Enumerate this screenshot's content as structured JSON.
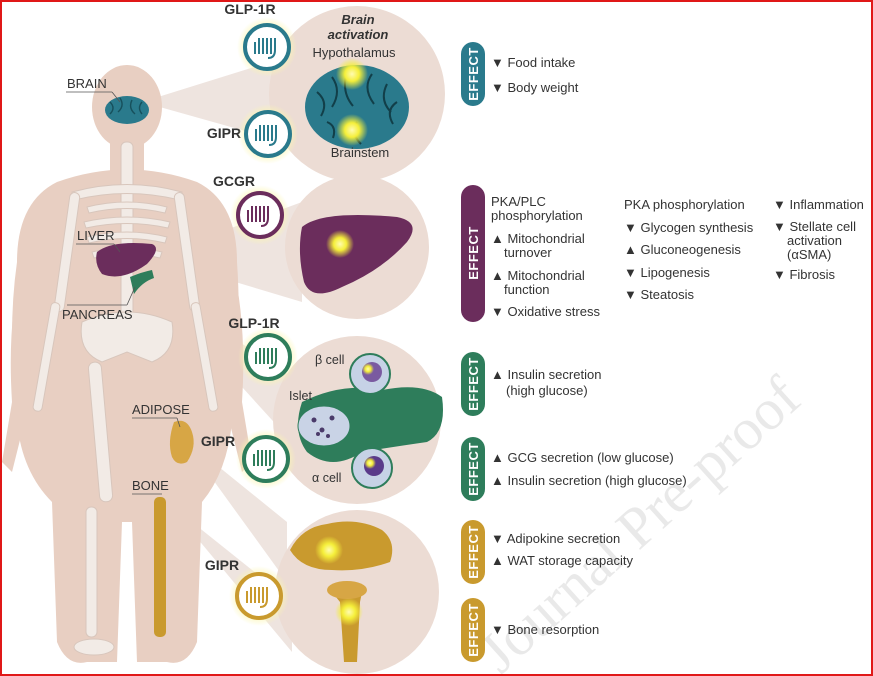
{
  "organs": {
    "brain": "BRAIN",
    "liver": "LIVER",
    "pancreas": "PANCREAS",
    "adipose": "ADIPOSE",
    "bone": "BONE"
  },
  "receptors": {
    "brain_glp1r": "GLP-1R",
    "brain_gipr": "GIPR",
    "liver_gcgr": "GCGR",
    "pancreas_glp1r": "GLP-1R",
    "pancreas_gipr": "GIPR",
    "adipose_gipr": "GIPR"
  },
  "brain_panel": {
    "title_line1": "Brain",
    "title_line2": "activation",
    "hypothalamus": "Hypothalamus",
    "brainstem": "Brainstem"
  },
  "pancreas_panel": {
    "beta_cell": "β cell",
    "alpha_cell": "α cell",
    "islet": "Islet"
  },
  "effect_label": "EFFECT",
  "effects": {
    "brain": [
      "▼ Food intake",
      "▼ Body weight"
    ],
    "liver": {
      "col1": [
        "PKA/PLC",
        "phosphorylation",
        "▲ Mitochondrial",
        "turnover",
        "▲ Mitochondrial",
        "function",
        "▼ Oxidative stress"
      ],
      "col2": [
        "PKA phosphorylation",
        "▼ Glycogen synthesis",
        "▲ Gluconeogenesis",
        "▼ Lipogenesis",
        "▼ Steatosis"
      ],
      "col3": [
        "▼ Inflammation",
        "▼ Stellate cell",
        "activation",
        "(αSMA)",
        "▼ Fibrosis"
      ]
    },
    "pancreas_glp1r": [
      "▲ Insulin secretion",
      "(high glucose)"
    ],
    "pancreas_gipr": [
      "▲ GCG secretion (low glucose)",
      "▲ Insulin secretion (high glucose)"
    ],
    "adipose": [
      "▼ Adipokine secretion",
      "▲ WAT storage capacity"
    ],
    "bone": [
      "▼ Bone resorption"
    ]
  },
  "watermark": "Journal Pre-proof",
  "colors": {
    "brain": "#2a7a8c",
    "liver": "#6b2d5c",
    "pancreas": "#2e7d5b",
    "adipose": "#c99a2e",
    "body": "#e8cfc2",
    "panel": "#ecdcd4"
  }
}
